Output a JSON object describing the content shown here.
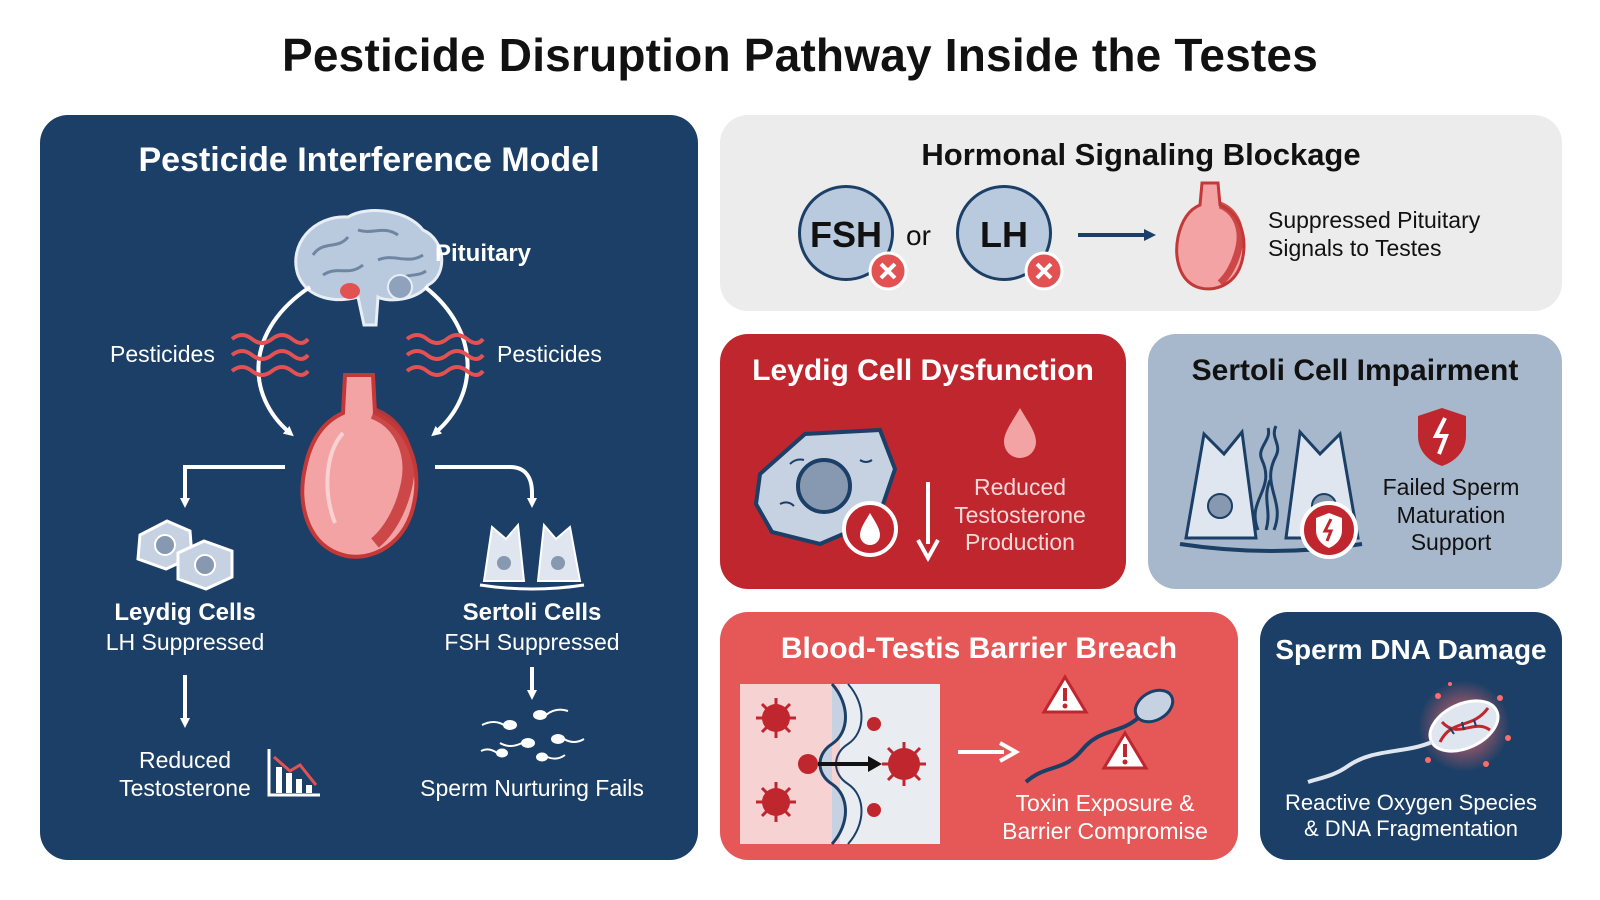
{
  "title": "Pesticide Disruption Pathway Inside the Testes",
  "colors": {
    "navy": "#1b3f66",
    "red": "#c0262d",
    "coral": "#e65757",
    "lightgray": "#ececec",
    "steel": "#a8b8cc",
    "ink": "#111111"
  },
  "model": {
    "title": "Pesticide Interference Model",
    "pituitary": "Pituitary",
    "pesticides_left": "Pesticides",
    "pesticides_right": "Pesticides",
    "leydig_title": "Leydig Cells",
    "leydig_sub": "LH Suppressed",
    "sertoli_title": "Sertoli Cells",
    "sertoli_sub": "FSH Suppressed",
    "reduced_testosterone": "Reduced\nTestosterone",
    "sperm_fails": "Sperm Nurturing Fails"
  },
  "hormonal": {
    "title": "Hormonal Signaling Blockage",
    "fsh": "FSH",
    "or": "or",
    "lh": "LH",
    "desc": "Suppressed Pituitary\nSignals to Testes"
  },
  "leydig": {
    "title": "Leydig Cell Dysfunction",
    "desc": "Reduced\nTestosterone\nProduction"
  },
  "sertoli": {
    "title": "Sertoli Cell Impairment",
    "desc": "Failed Sperm\nMaturation\nSupport"
  },
  "barrier": {
    "title": "Blood-Testis Barrier Breach",
    "desc": "Toxin Exposure &\nBarrier Compromise"
  },
  "dna": {
    "title": "Sperm DNA Damage",
    "desc": "Reactive Oxygen Species\n& DNA Fragmentation"
  }
}
